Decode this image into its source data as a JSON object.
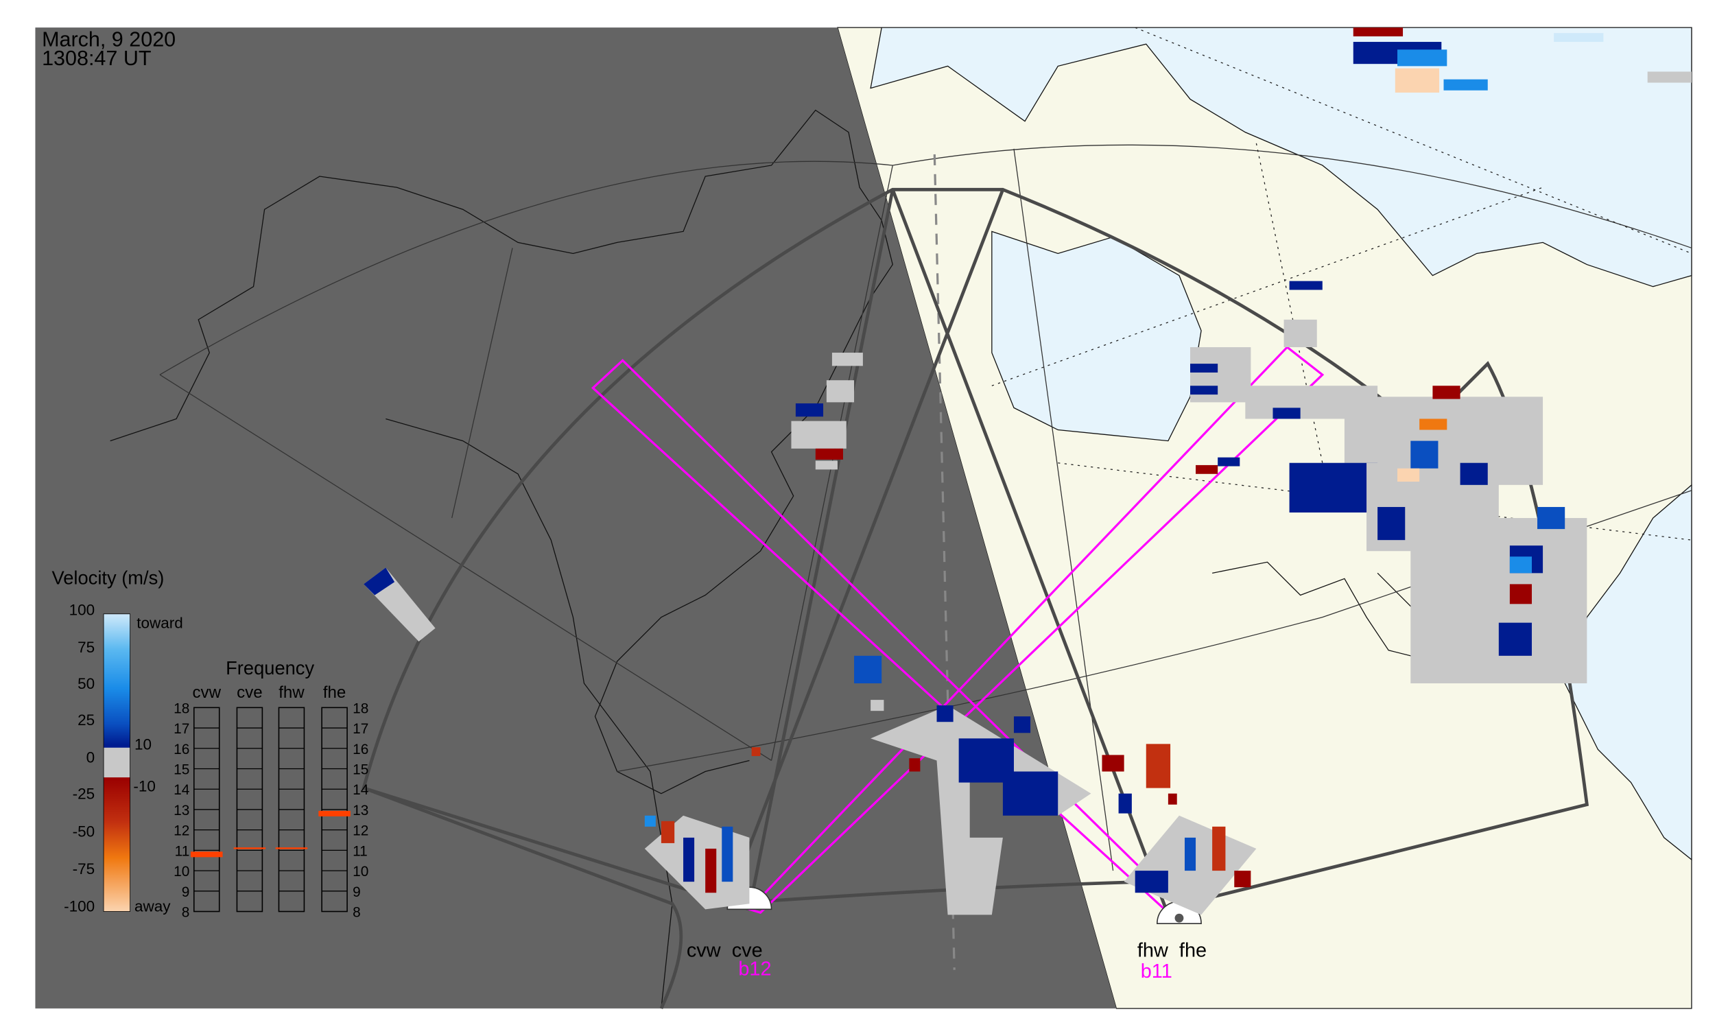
{
  "header": {
    "date": "March, 9 2020",
    "time": "1308:47 UT"
  },
  "legend": {
    "title": "Velocity (m/s)",
    "ticks": [
      "100",
      "75",
      "50",
      "25",
      "0",
      "-25",
      "-50",
      "-75",
      "-100"
    ],
    "toward_label": "toward",
    "away_label": "away",
    "inner_ticks": [
      "10",
      "-10"
    ],
    "colors": [
      "#cfe9fa",
      "#5ab8f0",
      "#1a8ce8",
      "#0a4fc0",
      "#001c90",
      "#c8c8c8",
      "#c8c8c8",
      "#9a0000",
      "#c23010",
      "#f07810",
      "#fbd4b0"
    ]
  },
  "frequency": {
    "title": "Frequency",
    "radars": [
      {
        "name": "cvw",
        "freq_mhz": 10.8,
        "band": "thick"
      },
      {
        "name": "cve",
        "freq_mhz": 11.1,
        "band": "thin"
      },
      {
        "name": "fhw",
        "freq_mhz": 11.1,
        "band": "thin"
      },
      {
        "name": "fhe",
        "freq_mhz": 12.8,
        "band": "thick"
      }
    ],
    "ticks": [
      "18",
      "17",
      "16",
      "15",
      "14",
      "13",
      "12",
      "11",
      "10",
      "9",
      "8"
    ],
    "marker_color": "#ff4000"
  },
  "sites": {
    "west": {
      "labels": "cvw  cve",
      "beam": "b12"
    },
    "east": {
      "labels": "fhw  fhe",
      "beam": "b11"
    }
  },
  "colors": {
    "night": "#646464",
    "land": "#f8f8e8",
    "water": "#e6f4fc",
    "beam": "#ff00ff",
    "fov": "#4a4a4a"
  }
}
